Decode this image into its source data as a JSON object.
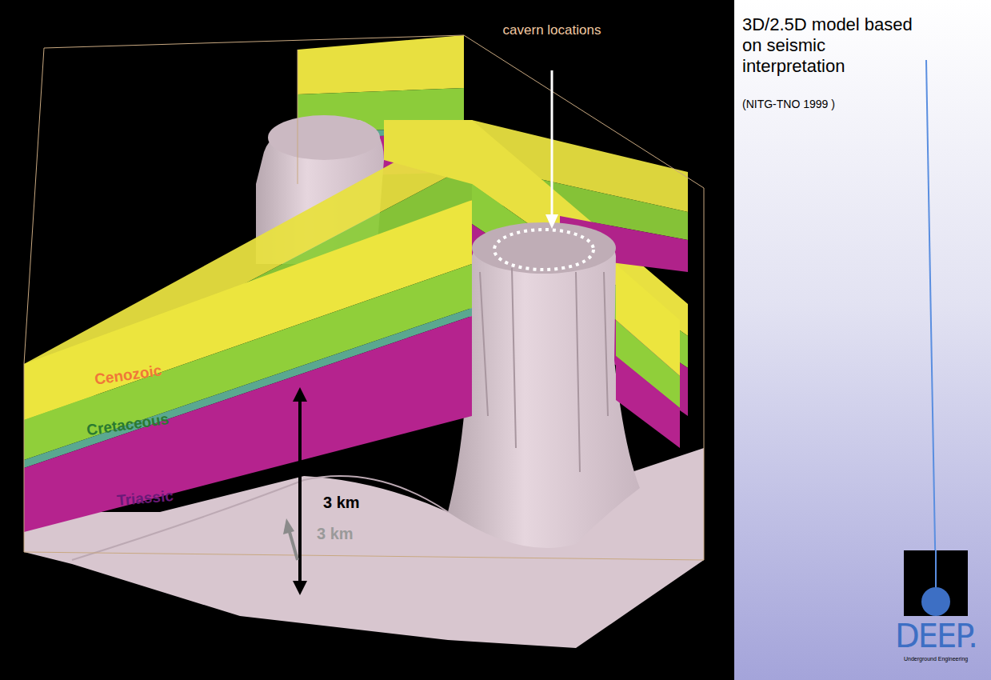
{
  "diagram": {
    "title": "3D/2.5D model based on seismic interpretation",
    "caption": "(NITG-TNO 1999 )",
    "labels": [
      "cavern locations",
      "Cenozoic",
      "Cretaceous",
      "Triassic",
      "3 km",
      "3 km",
      "DEEP.",
      "Underground Engineering"
    ]
  }
}
